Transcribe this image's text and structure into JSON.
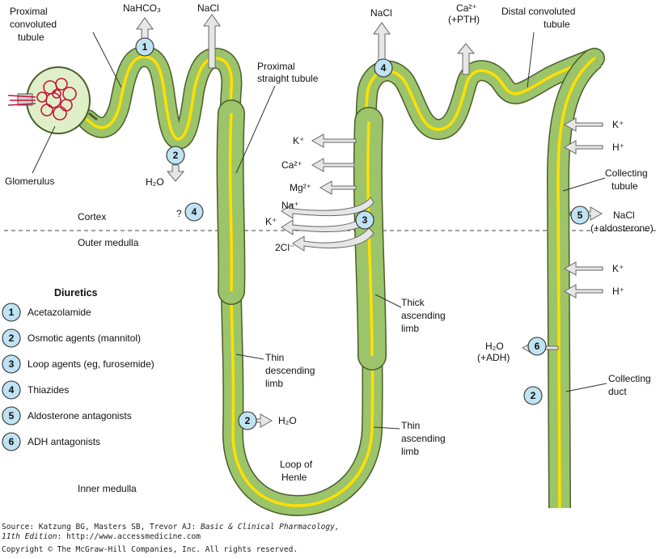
{
  "colors": {
    "tubule_fill": "#9cc46a",
    "tubule_stroke": "#4b5e2c",
    "lumen": "#ffe000",
    "badge": "#bfe3f3",
    "arrow": "#e6e6e6",
    "glomerulus": "#c8143c",
    "capsule": "#dff0c8"
  },
  "labels": {
    "pct": [
      "Proximal",
      "convoluted",
      "tubule"
    ],
    "pst": [
      "Proximal",
      "straight tubule"
    ],
    "dct": [
      "Distal convoluted",
      "tubule"
    ],
    "glomerulus": "Glomerulus",
    "collecting_tubule": [
      "Collecting",
      "tubule"
    ],
    "collecting_duct": [
      "Collecting",
      "duct"
    ],
    "thick_ascending": [
      "Thick",
      "ascending",
      "limb"
    ],
    "thin_descending": [
      "Thin",
      "descending",
      "limb"
    ],
    "thin_ascending": [
      "Thin",
      "ascending",
      "limb"
    ],
    "loop": [
      "Loop of",
      "Henle"
    ],
    "cortex": "Cortex",
    "outer_medulla": "Outer medulla",
    "inner_medulla": "Inner medulla"
  },
  "ions": {
    "nahco3": "NaHCO₃",
    "nacl_pct": "NaCl",
    "h2o_pct": "H₂O",
    "question": "?",
    "nacl_dct": "NaCl",
    "ca_dct": "Ca²⁺",
    "pth": "(+PTH)",
    "k_tal": "K⁺",
    "ca_tal": "Ca²⁺",
    "mg_tal": "Mg²⁺",
    "na_in": "Na⁺",
    "k_in": "K⁺",
    "cl_in": "2Cl⁻",
    "k_ct": "K⁺",
    "h_ct": "H⁺",
    "nacl_ct": "NaCl",
    "aldosterone": "(+aldosterone)",
    "k_cd": "K⁺",
    "h_cd": "H⁺",
    "h2o_cd": "H₂O",
    "adh": "(+ADH)",
    "h2o_thin": "H₂O"
  },
  "site_numbers": {
    "pct_top": "1",
    "pct_bottom": "2",
    "cortex_q": "4",
    "dct": "4",
    "tal": "3",
    "ct": "5",
    "cd_adh": "6",
    "cd": "2",
    "thin_desc": "2"
  },
  "diuretics": {
    "heading": "Diuretics",
    "items": [
      {
        "num": "1",
        "name": "Acetazolamide"
      },
      {
        "num": "2",
        "name": "Osmotic agents (mannitol)"
      },
      {
        "num": "3",
        "name": "Loop agents (eg, furosemide)"
      },
      {
        "num": "4",
        "name": "Thiazides"
      },
      {
        "num": "5",
        "name": "Aldosterone antagonists"
      },
      {
        "num": "6",
        "name": "ADH antagonists"
      }
    ]
  },
  "footer": {
    "source_prefix": "Source: Katzung BG, Masters SB, Trevor AJ: ",
    "source_title": "Basic & Clinical Pharmacology,",
    "edition": "11th Edition",
    "url_part": ": http://www.accessmedicine.com",
    "copyright": "Copyright © The McGraw-Hill Companies, Inc. All rights reserved."
  }
}
